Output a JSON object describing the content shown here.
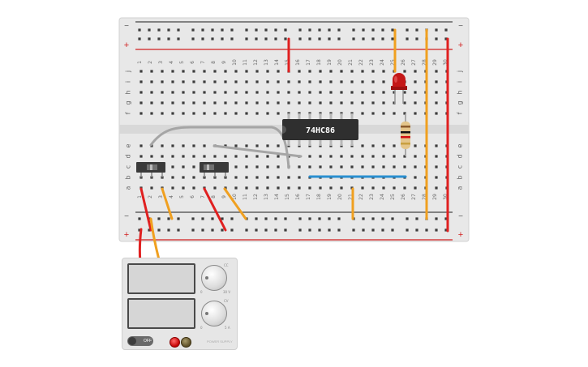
{
  "breadboard": {
    "columns": [
      "1",
      "2",
      "3",
      "4",
      "5",
      "6",
      "7",
      "8",
      "9",
      "10",
      "11",
      "12",
      "13",
      "14",
      "15",
      "16",
      "17",
      "18",
      "19",
      "20",
      "21",
      "22",
      "23",
      "24",
      "25",
      "26",
      "27",
      "28",
      "29",
      "30"
    ],
    "row_letters_top": [
      "j",
      "i",
      "h",
      "g",
      "f"
    ],
    "row_letters_bottom": [
      "e",
      "d",
      "c",
      "b",
      "a"
    ],
    "rail_minus": "−",
    "rail_plus": "+"
  },
  "chip": {
    "label": "74HC86"
  },
  "power_supply": {
    "power_switch_label": "OFF",
    "knob_ticks": [
      "0",
      "30 V",
      "0",
      "5 A"
    ],
    "knob_labels": [
      "CC",
      "CV"
    ],
    "brand": "POWER SUPPLY"
  },
  "colors": {
    "board": "#e8e8e8",
    "hole": "#3c3c3c",
    "red_wire": "#e02020",
    "orange_wire": "#f0a020",
    "blue_wire": "#2a8fd0",
    "gray_wire": "#a8a8a8",
    "led": "#c41818"
  }
}
